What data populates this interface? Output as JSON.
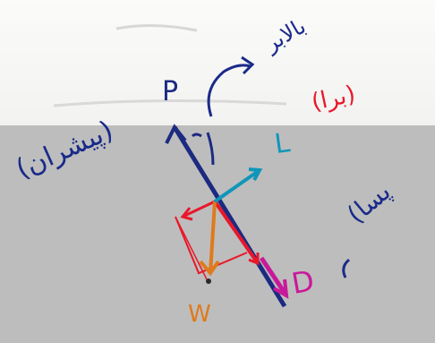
{
  "labels": {
    "thrust": "P",
    "drag": "D",
    "weight": "W",
    "lift": "L"
  },
  "annotations": {
    "top": "بالابر",
    "left": "(پیشران)",
    "right": "(پسا",
    "red": "(برا)"
  },
  "colors": {
    "paper": "#f7f7f5",
    "shadow": "#bdbdbd",
    "thrust": "#1c2a80",
    "drag": "#c8199a",
    "weight": "#e07a1c",
    "lift": "#1196b8",
    "red": "#e8182a"
  }
}
